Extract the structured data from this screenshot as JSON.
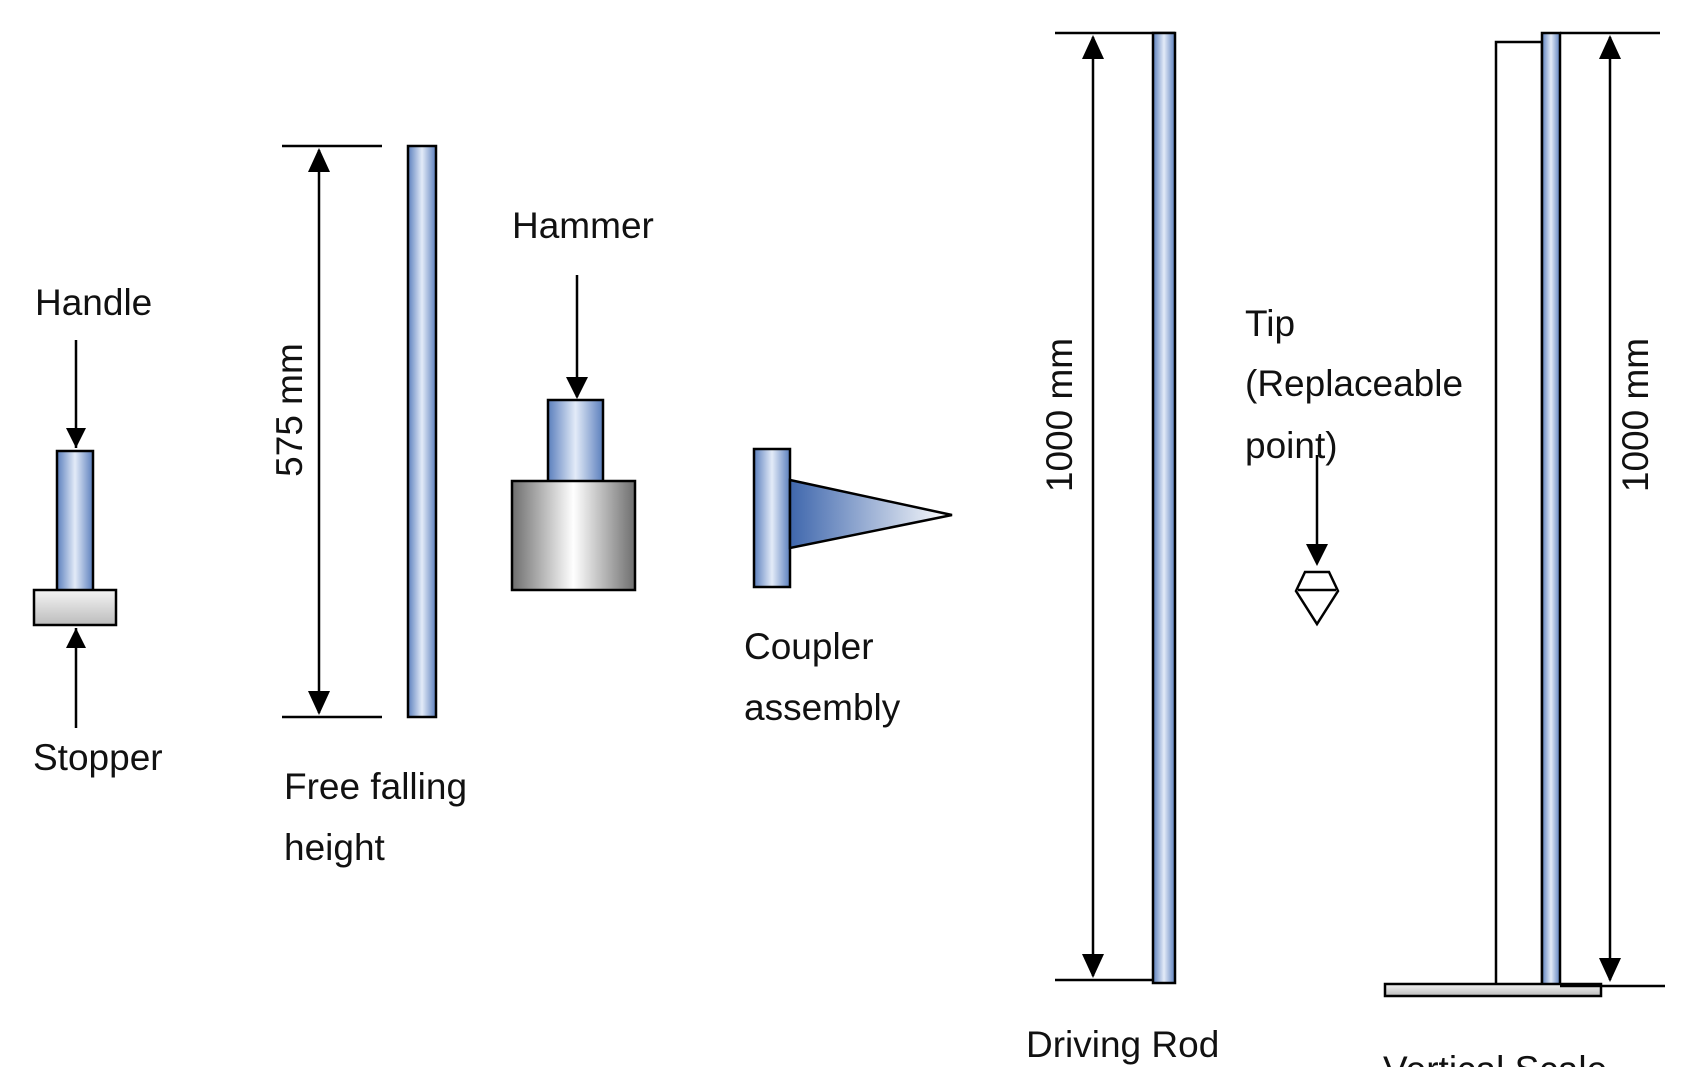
{
  "labels": {
    "handle": "Handle",
    "stopper": "Stopper",
    "free_falling_line1": "Free falling",
    "free_falling_line2": "height",
    "hammer": "Hammer",
    "coupler_line1": "Coupler",
    "coupler_line2": "assembly",
    "tip_line1": "Tip",
    "tip_line2": "(Replaceable",
    "tip_line3": "point)",
    "driving_rod": "Driving Rod",
    "vertical_scale": "Vertical Scale"
  },
  "dimensions": {
    "free_fall": "575 mm",
    "driving_rod": "1000 mm",
    "vertical_scale": "1000 mm"
  },
  "colors": {
    "steel_blue_dark": "#4f74b3",
    "steel_blue_light": "#dde7f6",
    "grey_dark": "#7a7a7a",
    "grey_light": "#ffffff",
    "line": "#000000"
  }
}
